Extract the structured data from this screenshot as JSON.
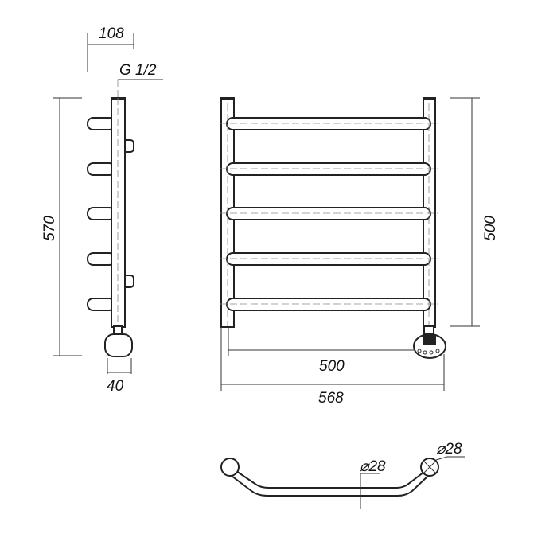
{
  "side_view": {
    "depth_dim": "108",
    "connection_dim": "G 1/2",
    "height_dim": "570",
    "heater_width_dim": "40"
  },
  "front_view": {
    "height_dim": "500",
    "center_distance_dim": "500",
    "total_width_dim": "568"
  },
  "top_view": {
    "bar_diameter_dim": "⌀28",
    "post_diameter_dim": "⌀28"
  }
}
